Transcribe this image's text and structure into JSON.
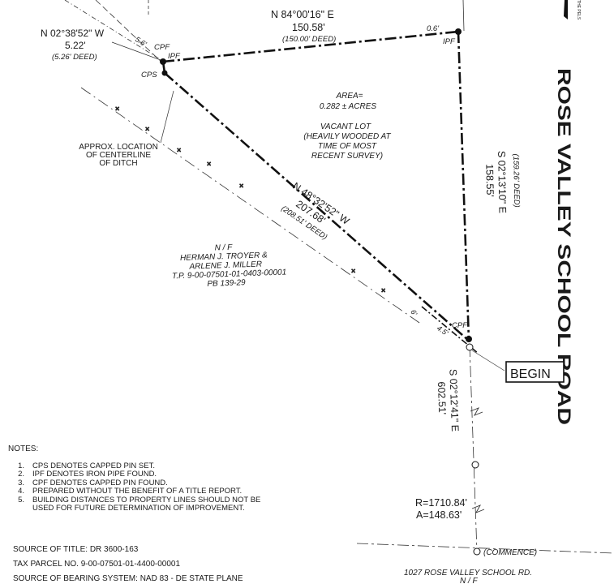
{
  "boundary": {
    "north_bearing": "N 84°00'16\" E",
    "north_distance": "150.58'",
    "north_deed": "(150.00' DEED)",
    "nw_bearing": "N 02°38'52\" W",
    "nw_distance": "5.22'",
    "nw_deed": "(5.26' DEED)",
    "sw_bearing": "N 48°32'52\" W",
    "sw_distance": "207.68'",
    "sw_deed": "(208.51' DEED)",
    "east_bearing": "S 02°13'10\" E",
    "east_distance": "158.55'",
    "east_deed": "(159.26' DEED)",
    "road_bearing": "S 02°12'41\" E",
    "road_distance": "602.51'"
  },
  "offsets": {
    "top_left": "5.6'",
    "top_right": "0.6'",
    "small_a": "6'",
    "small_b": "4.5'"
  },
  "monuments": {
    "cpf": "CPF",
    "ipf": "IPF",
    "cps": "CPS"
  },
  "area_text": [
    "AREA=",
    "0.282 ± ACRES"
  ],
  "vacant_text": [
    "VACANT LOT",
    "(HEAVILY WOODED AT",
    "TIME OF MOST",
    "RECENT SURVEY)"
  ],
  "ditch_text": [
    "APPROX. LOCATION",
    "OF CENTERLINE",
    "OF DITCH"
  ],
  "neighbor_text": [
    "N / F",
    "HERMAN J. TROYER &",
    "ARLENE J. MILLER",
    "T.P. 9-00-07501-01-0403-00001",
    "PB 139-29"
  ],
  "road_name": "ROSE VALLEY SCHOOL ROAD",
  "begin_label": "BEGIN",
  "curve": {
    "radius": "R=1710.84'",
    "arc": "A=148.63'"
  },
  "commence_label": "(COMMENCE)",
  "address_label": "1027 ROSE VALLEY SCHOOL RD.",
  "address_nf": "N / F",
  "corner_note": "THE PELS",
  "notes": {
    "title": "NOTES:",
    "items": [
      {
        "num": "1.",
        "text": "CPS DENOTES CAPPED PIN SET."
      },
      {
        "num": "2.",
        "text": "IPF DENOTES IRON PIPE FOUND."
      },
      {
        "num": "3.",
        "text": "CPF DENOTES CAPPED PIN FOUND."
      },
      {
        "num": "4.",
        "text": "PREPARED WITHOUT THE BENEFIT OF A TITLE REPORT."
      },
      {
        "num": "5.",
        "text": "BUILDING DISTANCES TO PROPERTY LINES SHOULD NOT BE USED FOR FUTURE DETERMINATION OF IMPROVEMENT."
      }
    ]
  },
  "source_title": "SOURCE OF TITLE: DR 3600-163",
  "tax_parcel": "TAX PARCEL NO. 9-00-07501-01-4400-00001",
  "bearing_source": "SOURCE OF BEARING SYSTEM: NAD 83 - DE STATE PLANE"
}
